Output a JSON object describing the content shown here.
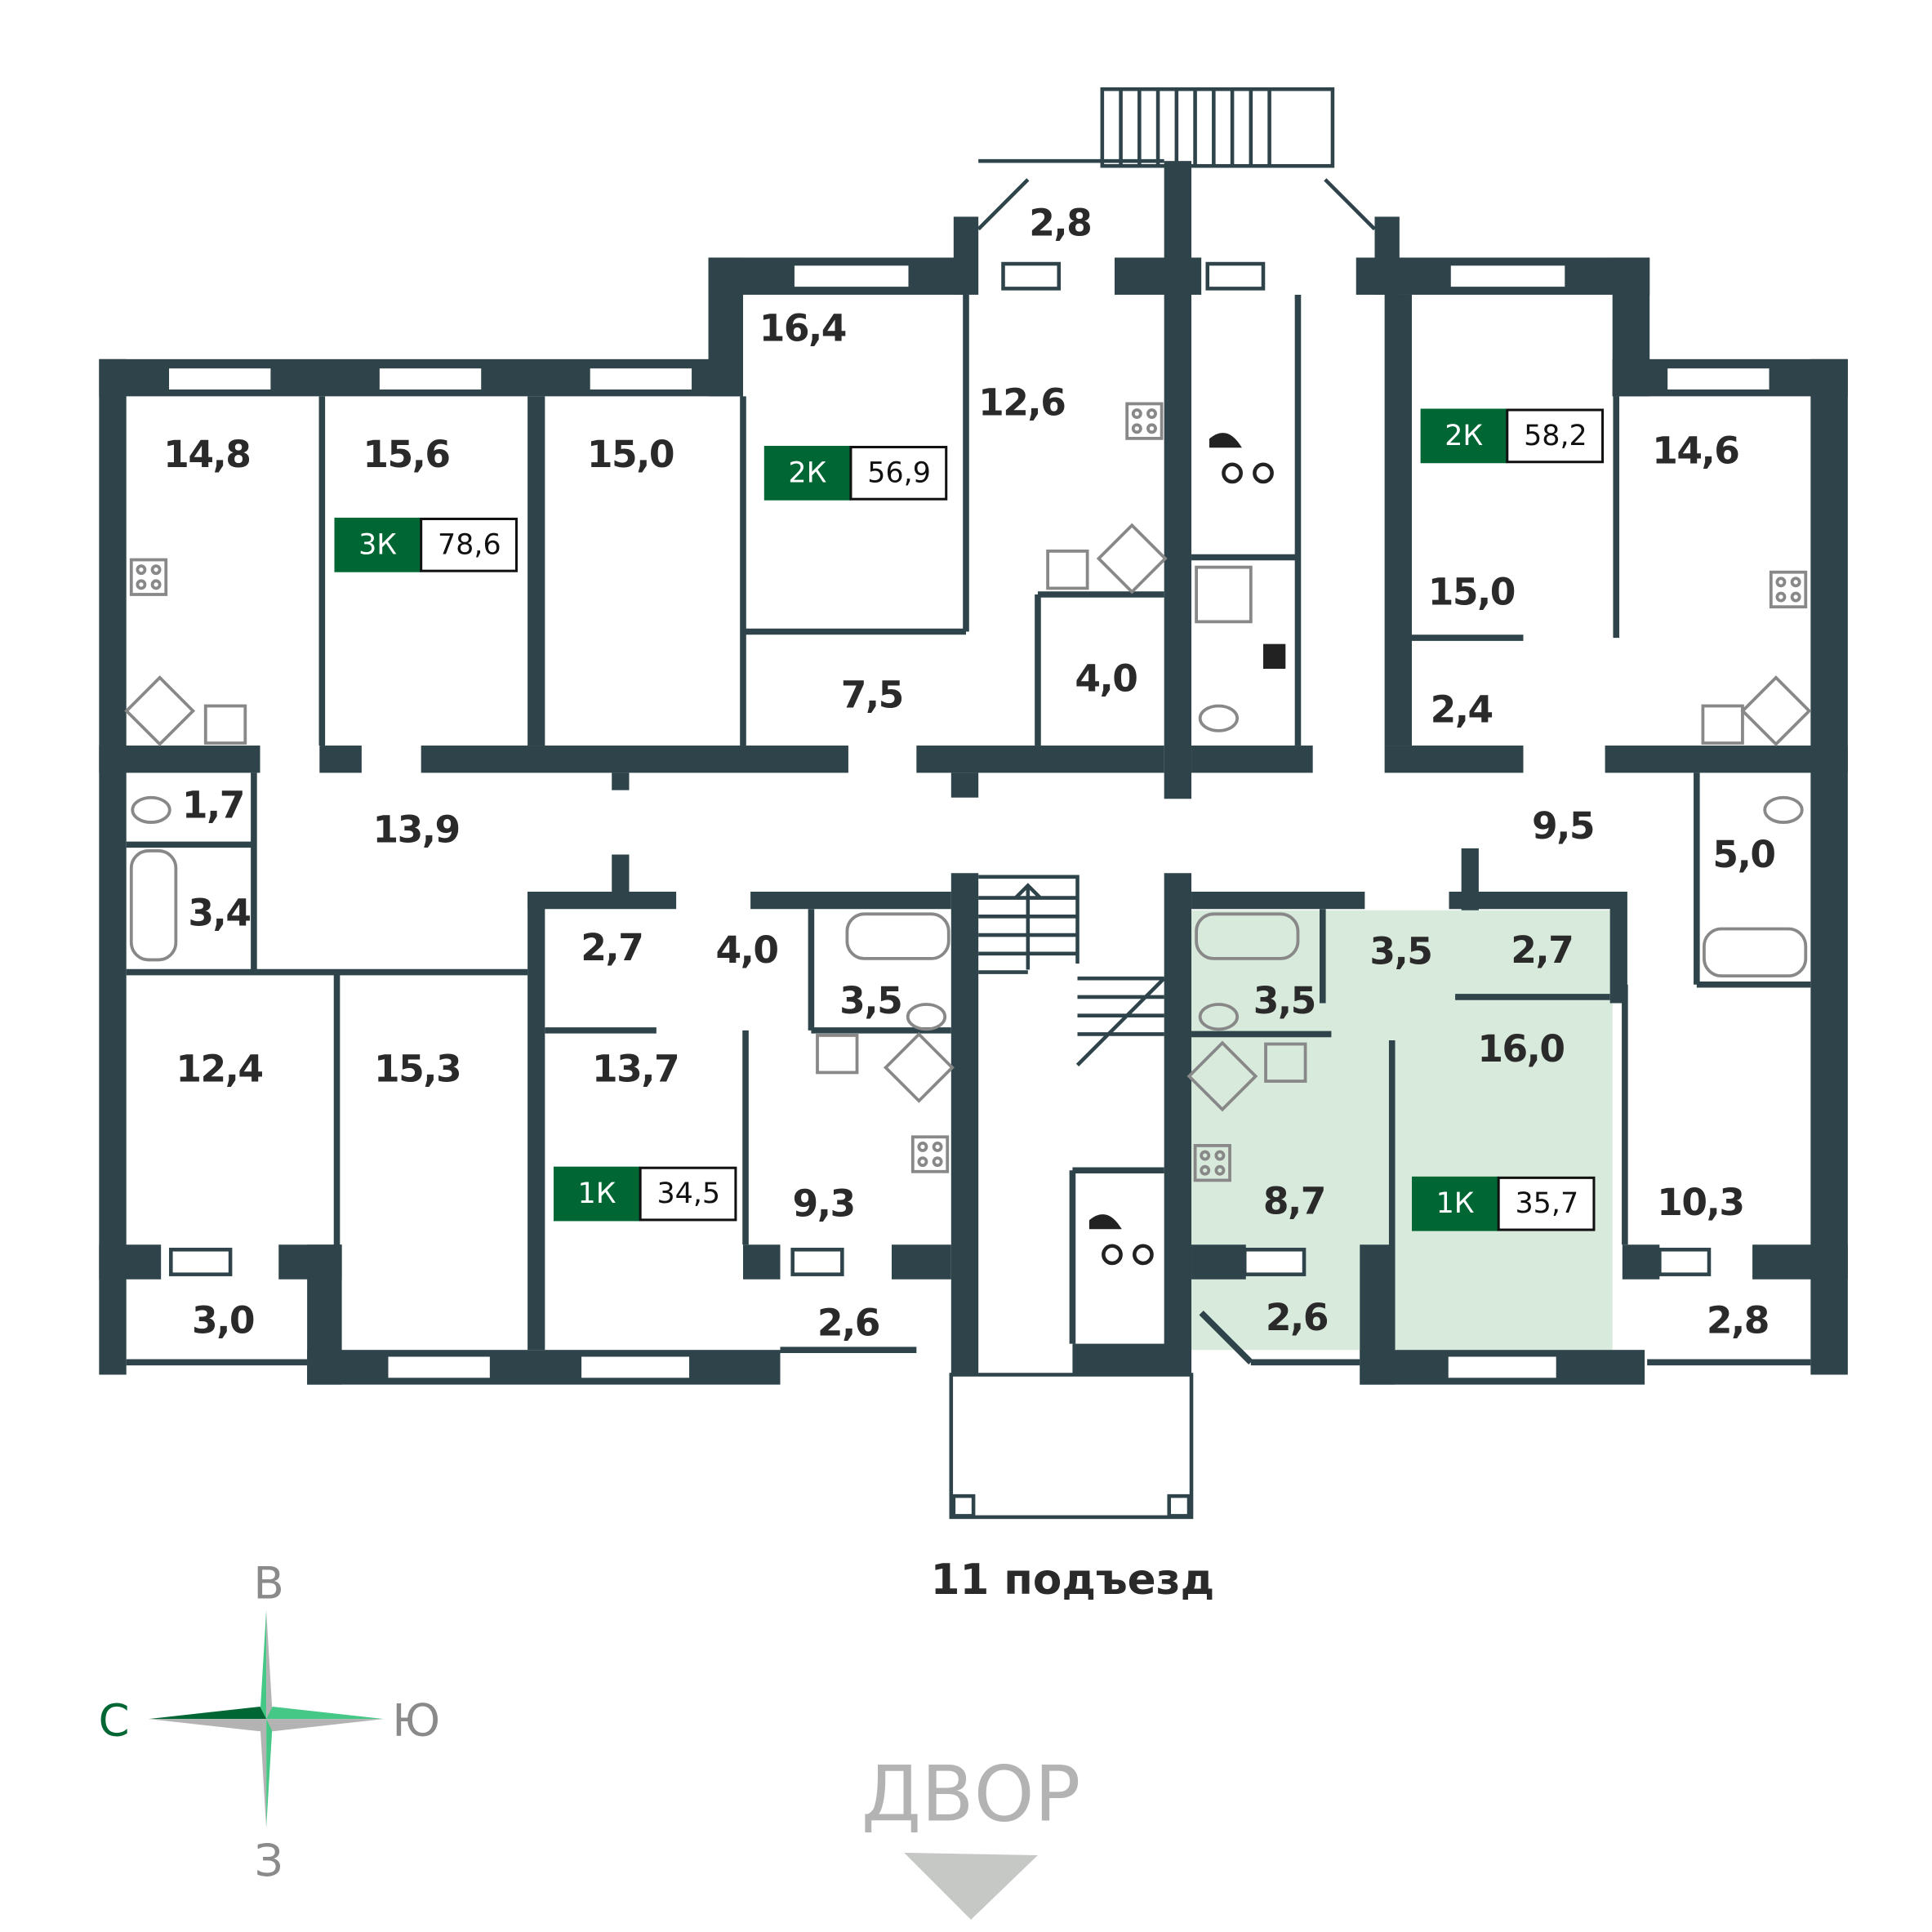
{
  "colors": {
    "wall": "#2e444a",
    "badge": "#006633",
    "highlight": "#d8eadb",
    "compass_light": "#45c886",
    "compass_gray": "#b3b3b3"
  },
  "rooms": {
    "r1": "14,8",
    "r2": "15,6",
    "r3": "15,0",
    "r4": "16,4",
    "r5": "12,6",
    "r6": "2,8",
    "r7": "14,6",
    "r8": "15,0",
    "r9": "2,4",
    "r10": "7,5",
    "r11": "4,0",
    "r12": "1,7",
    "r13": "13,9",
    "r14": "3,4",
    "r15": "2,7",
    "r16": "4,0",
    "r17": "3,5",
    "r18": "12,4",
    "r19": "15,3",
    "r20": "13,7",
    "r21": "9,3",
    "r22": "3,0",
    "r23": "2,6",
    "r24": "3,5",
    "r25": "2,7",
    "r26": "3,5",
    "r27": "16,0",
    "r28": "8,7",
    "r29": "2,6",
    "r30": "10,3",
    "r31": "2,8",
    "r32": "9,5",
    "r33": "5,0"
  },
  "apartments": [
    {
      "type": "3К",
      "area": "78,6"
    },
    {
      "type": "2К",
      "area": "56,9"
    },
    {
      "type": "2К",
      "area": "58,2"
    },
    {
      "type": "1К",
      "area": "34,5"
    },
    {
      "type": "1К",
      "area": "35,7",
      "highlighted": true
    }
  ],
  "entrance_label": "11 подъезд",
  "yard_label": "ДВОР",
  "compass": {
    "north": "С",
    "east": "В",
    "south": "Ю",
    "west": "З"
  }
}
